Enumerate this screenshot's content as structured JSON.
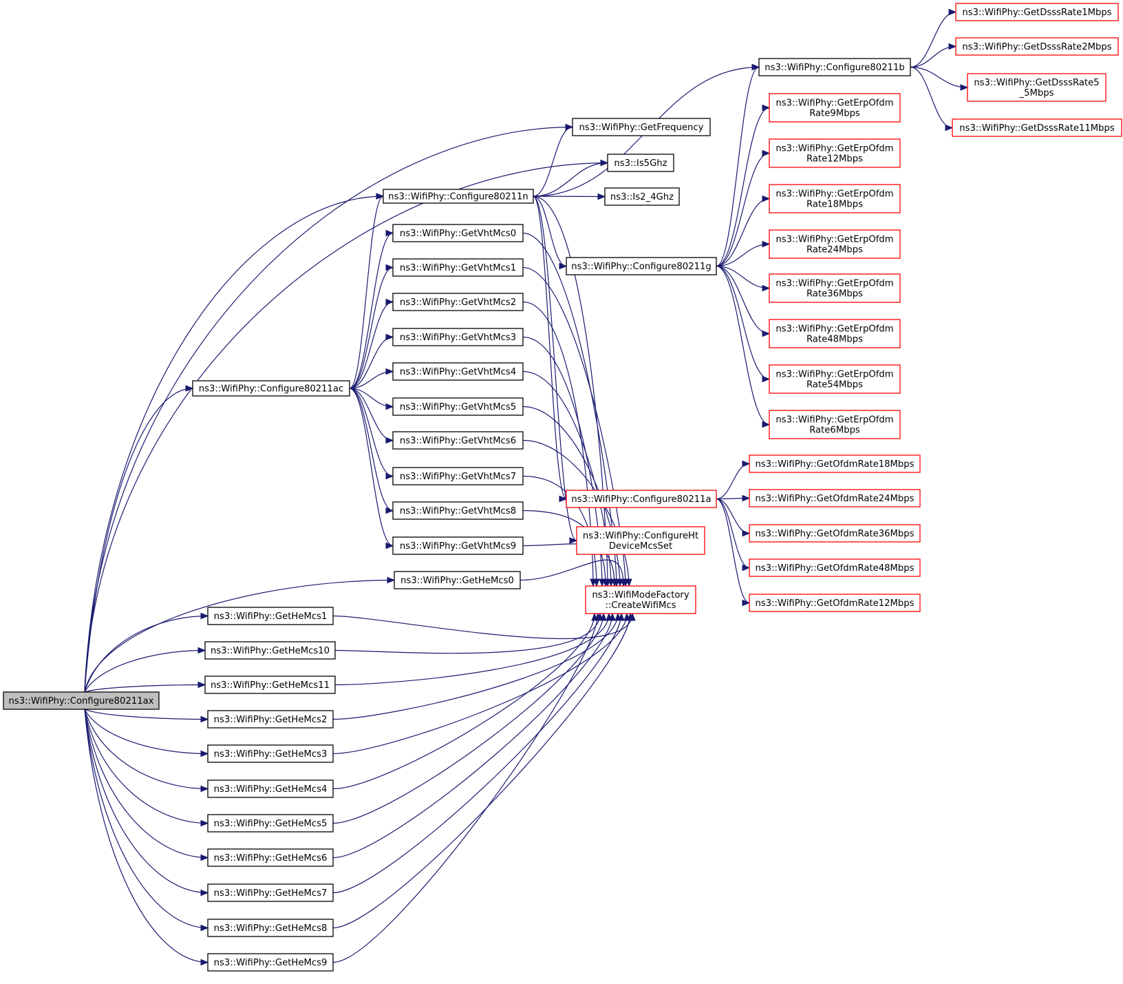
{
  "colors": {
    "edge": "#191970",
    "node_border": "#000000",
    "node_border_external": "#ff0000",
    "root_fill": "#bfbfbf",
    "node_fill": "#ffffff"
  },
  "nodes": [
    {
      "id": "root",
      "lines": [
        "ns3::WifiPhy::Configure80211ax"
      ],
      "kind": "root"
    },
    {
      "id": "getfreq",
      "lines": [
        "ns3::WifiPhy::GetFrequency"
      ],
      "kind": "normal"
    },
    {
      "id": "is5",
      "lines": [
        "ns3::Is5Ghz"
      ],
      "kind": "normal"
    },
    {
      "id": "is24",
      "lines": [
        "ns3::Is2_4Ghz"
      ],
      "kind": "normal"
    },
    {
      "id": "c11n",
      "lines": [
        "ns3::WifiPhy::Configure80211n"
      ],
      "kind": "normal"
    },
    {
      "id": "c11ac",
      "lines": [
        "ns3::WifiPhy::Configure80211ac"
      ],
      "kind": "normal"
    },
    {
      "id": "vht0",
      "lines": [
        "ns3::WifiPhy::GetVhtMcs0"
      ],
      "kind": "normal"
    },
    {
      "id": "vht1",
      "lines": [
        "ns3::WifiPhy::GetVhtMcs1"
      ],
      "kind": "normal"
    },
    {
      "id": "vht2",
      "lines": [
        "ns3::WifiPhy::GetVhtMcs2"
      ],
      "kind": "normal"
    },
    {
      "id": "vht3",
      "lines": [
        "ns3::WifiPhy::GetVhtMcs3"
      ],
      "kind": "normal"
    },
    {
      "id": "vht4",
      "lines": [
        "ns3::WifiPhy::GetVhtMcs4"
      ],
      "kind": "normal"
    },
    {
      "id": "vht5",
      "lines": [
        "ns3::WifiPhy::GetVhtMcs5"
      ],
      "kind": "normal"
    },
    {
      "id": "vht6",
      "lines": [
        "ns3::WifiPhy::GetVhtMcs6"
      ],
      "kind": "normal"
    },
    {
      "id": "vht7",
      "lines": [
        "ns3::WifiPhy::GetVhtMcs7"
      ],
      "kind": "normal"
    },
    {
      "id": "vht8",
      "lines": [
        "ns3::WifiPhy::GetVhtMcs8"
      ],
      "kind": "normal"
    },
    {
      "id": "vht9",
      "lines": [
        "ns3::WifiPhy::GetVhtMcs9"
      ],
      "kind": "normal"
    },
    {
      "id": "he0",
      "lines": [
        "ns3::WifiPhy::GetHeMcs0"
      ],
      "kind": "normal"
    },
    {
      "id": "he1",
      "lines": [
        "ns3::WifiPhy::GetHeMcs1"
      ],
      "kind": "normal"
    },
    {
      "id": "he10",
      "lines": [
        "ns3::WifiPhy::GetHeMcs10"
      ],
      "kind": "normal"
    },
    {
      "id": "he11",
      "lines": [
        "ns3::WifiPhy::GetHeMcs11"
      ],
      "kind": "normal"
    },
    {
      "id": "he2",
      "lines": [
        "ns3::WifiPhy::GetHeMcs2"
      ],
      "kind": "normal"
    },
    {
      "id": "he3",
      "lines": [
        "ns3::WifiPhy::GetHeMcs3"
      ],
      "kind": "normal"
    },
    {
      "id": "he4",
      "lines": [
        "ns3::WifiPhy::GetHeMcs4"
      ],
      "kind": "normal"
    },
    {
      "id": "he5",
      "lines": [
        "ns3::WifiPhy::GetHeMcs5"
      ],
      "kind": "normal"
    },
    {
      "id": "he6",
      "lines": [
        "ns3::WifiPhy::GetHeMcs6"
      ],
      "kind": "normal"
    },
    {
      "id": "he7",
      "lines": [
        "ns3::WifiPhy::GetHeMcs7"
      ],
      "kind": "normal"
    },
    {
      "id": "he8",
      "lines": [
        "ns3::WifiPhy::GetHeMcs8"
      ],
      "kind": "normal"
    },
    {
      "id": "he9",
      "lines": [
        "ns3::WifiPhy::GetHeMcs9"
      ],
      "kind": "normal"
    },
    {
      "id": "c11g",
      "lines": [
        "ns3::WifiPhy::Configure80211g"
      ],
      "kind": "normal"
    },
    {
      "id": "c11b",
      "lines": [
        "ns3::WifiPhy::Configure80211b"
      ],
      "kind": "normal"
    },
    {
      "id": "c11a",
      "lines": [
        "ns3::WifiPhy::Configure80211a"
      ],
      "kind": "external"
    },
    {
      "id": "htset",
      "lines": [
        "ns3::WifiPhy::ConfigureHt",
        "DeviceMcsSet"
      ],
      "kind": "external"
    },
    {
      "id": "create",
      "lines": [
        "ns3::WifiModeFactory",
        "::CreateWifiMcs"
      ],
      "kind": "external"
    },
    {
      "id": "dsss1",
      "lines": [
        "ns3::WifiPhy::GetDsssRate1Mbps"
      ],
      "kind": "external"
    },
    {
      "id": "dsss2",
      "lines": [
        "ns3::WifiPhy::GetDsssRate2Mbps"
      ],
      "kind": "external"
    },
    {
      "id": "dsss55",
      "lines": [
        "ns3::WifiPhy::GetDsssRate5",
        "_5Mbps"
      ],
      "kind": "external"
    },
    {
      "id": "dsss11",
      "lines": [
        "ns3::WifiPhy::GetDsssRate11Mbps"
      ],
      "kind": "external"
    },
    {
      "id": "erp9",
      "lines": [
        "ns3::WifiPhy::GetErpOfdm",
        "Rate9Mbps"
      ],
      "kind": "external"
    },
    {
      "id": "erp12",
      "lines": [
        "ns3::WifiPhy::GetErpOfdm",
        "Rate12Mbps"
      ],
      "kind": "external"
    },
    {
      "id": "erp18",
      "lines": [
        "ns3::WifiPhy::GetErpOfdm",
        "Rate18Mbps"
      ],
      "kind": "external"
    },
    {
      "id": "erp24",
      "lines": [
        "ns3::WifiPhy::GetErpOfdm",
        "Rate24Mbps"
      ],
      "kind": "external"
    },
    {
      "id": "erp36",
      "lines": [
        "ns3::WifiPhy::GetErpOfdm",
        "Rate36Mbps"
      ],
      "kind": "external"
    },
    {
      "id": "erp48",
      "lines": [
        "ns3::WifiPhy::GetErpOfdm",
        "Rate48Mbps"
      ],
      "kind": "external"
    },
    {
      "id": "erp54",
      "lines": [
        "ns3::WifiPhy::GetErpOfdm",
        "Rate54Mbps"
      ],
      "kind": "external"
    },
    {
      "id": "erp6",
      "lines": [
        "ns3::WifiPhy::GetErpOfdm",
        "Rate6Mbps"
      ],
      "kind": "external"
    },
    {
      "id": "ofdm18",
      "lines": [
        "ns3::WifiPhy::GetOfdmRate18Mbps"
      ],
      "kind": "external"
    },
    {
      "id": "ofdm24",
      "lines": [
        "ns3::WifiPhy::GetOfdmRate24Mbps"
      ],
      "kind": "external"
    },
    {
      "id": "ofdm36",
      "lines": [
        "ns3::WifiPhy::GetOfdmRate36Mbps"
      ],
      "kind": "external"
    },
    {
      "id": "ofdm48",
      "lines": [
        "ns3::WifiPhy::GetOfdmRate48Mbps"
      ],
      "kind": "external"
    },
    {
      "id": "ofdm12",
      "lines": [
        "ns3::WifiPhy::GetOfdmRate12Mbps"
      ],
      "kind": "external"
    }
  ],
  "edges": [
    [
      "root",
      "getfreq"
    ],
    [
      "root",
      "is5"
    ],
    [
      "root",
      "c11n"
    ],
    [
      "root",
      "c11ac"
    ],
    [
      "root",
      "he0"
    ],
    [
      "root",
      "he1"
    ],
    [
      "root",
      "he10"
    ],
    [
      "root",
      "he11"
    ],
    [
      "root",
      "he2"
    ],
    [
      "root",
      "he3"
    ],
    [
      "root",
      "he4"
    ],
    [
      "root",
      "he5"
    ],
    [
      "root",
      "he6"
    ],
    [
      "root",
      "he7"
    ],
    [
      "root",
      "he8"
    ],
    [
      "root",
      "he9"
    ],
    [
      "c11ac",
      "c11n"
    ],
    [
      "c11ac",
      "vht0"
    ],
    [
      "c11ac",
      "vht1"
    ],
    [
      "c11ac",
      "vht2"
    ],
    [
      "c11ac",
      "vht3"
    ],
    [
      "c11ac",
      "vht4"
    ],
    [
      "c11ac",
      "vht5"
    ],
    [
      "c11ac",
      "vht6"
    ],
    [
      "c11ac",
      "vht7"
    ],
    [
      "c11ac",
      "vht8"
    ],
    [
      "c11ac",
      "vht9"
    ],
    [
      "c11n",
      "getfreq"
    ],
    [
      "c11n",
      "is5"
    ],
    [
      "c11n",
      "is24"
    ],
    [
      "c11n",
      "c11b"
    ],
    [
      "c11n",
      "c11g"
    ],
    [
      "c11n",
      "c11a"
    ],
    [
      "c11n",
      "htset"
    ],
    [
      "c11n",
      "create"
    ],
    [
      "vht0",
      "create"
    ],
    [
      "vht1",
      "create"
    ],
    [
      "vht2",
      "create"
    ],
    [
      "vht3",
      "create"
    ],
    [
      "vht4",
      "create"
    ],
    [
      "vht5",
      "create"
    ],
    [
      "vht6",
      "create"
    ],
    [
      "vht7",
      "create"
    ],
    [
      "vht8",
      "create"
    ],
    [
      "vht9",
      "create"
    ],
    [
      "he0",
      "create"
    ],
    [
      "he1",
      "create"
    ],
    [
      "he10",
      "create"
    ],
    [
      "he11",
      "create"
    ],
    [
      "he2",
      "create"
    ],
    [
      "he3",
      "create"
    ],
    [
      "he4",
      "create"
    ],
    [
      "he5",
      "create"
    ],
    [
      "he6",
      "create"
    ],
    [
      "he7",
      "create"
    ],
    [
      "he8",
      "create"
    ],
    [
      "he9",
      "create"
    ],
    [
      "c11g",
      "c11b"
    ],
    [
      "c11g",
      "erp9"
    ],
    [
      "c11g",
      "erp12"
    ],
    [
      "c11g",
      "erp18"
    ],
    [
      "c11g",
      "erp24"
    ],
    [
      "c11g",
      "erp36"
    ],
    [
      "c11g",
      "erp48"
    ],
    [
      "c11g",
      "erp54"
    ],
    [
      "c11g",
      "erp6"
    ],
    [
      "c11b",
      "dsss1"
    ],
    [
      "c11b",
      "dsss2"
    ],
    [
      "c11b",
      "dsss55"
    ],
    [
      "c11b",
      "dsss11"
    ],
    [
      "c11a",
      "ofdm18"
    ],
    [
      "c11a",
      "ofdm24"
    ],
    [
      "c11a",
      "ofdm36"
    ],
    [
      "c11a",
      "ofdm48"
    ],
    [
      "c11a",
      "ofdm12"
    ]
  ]
}
